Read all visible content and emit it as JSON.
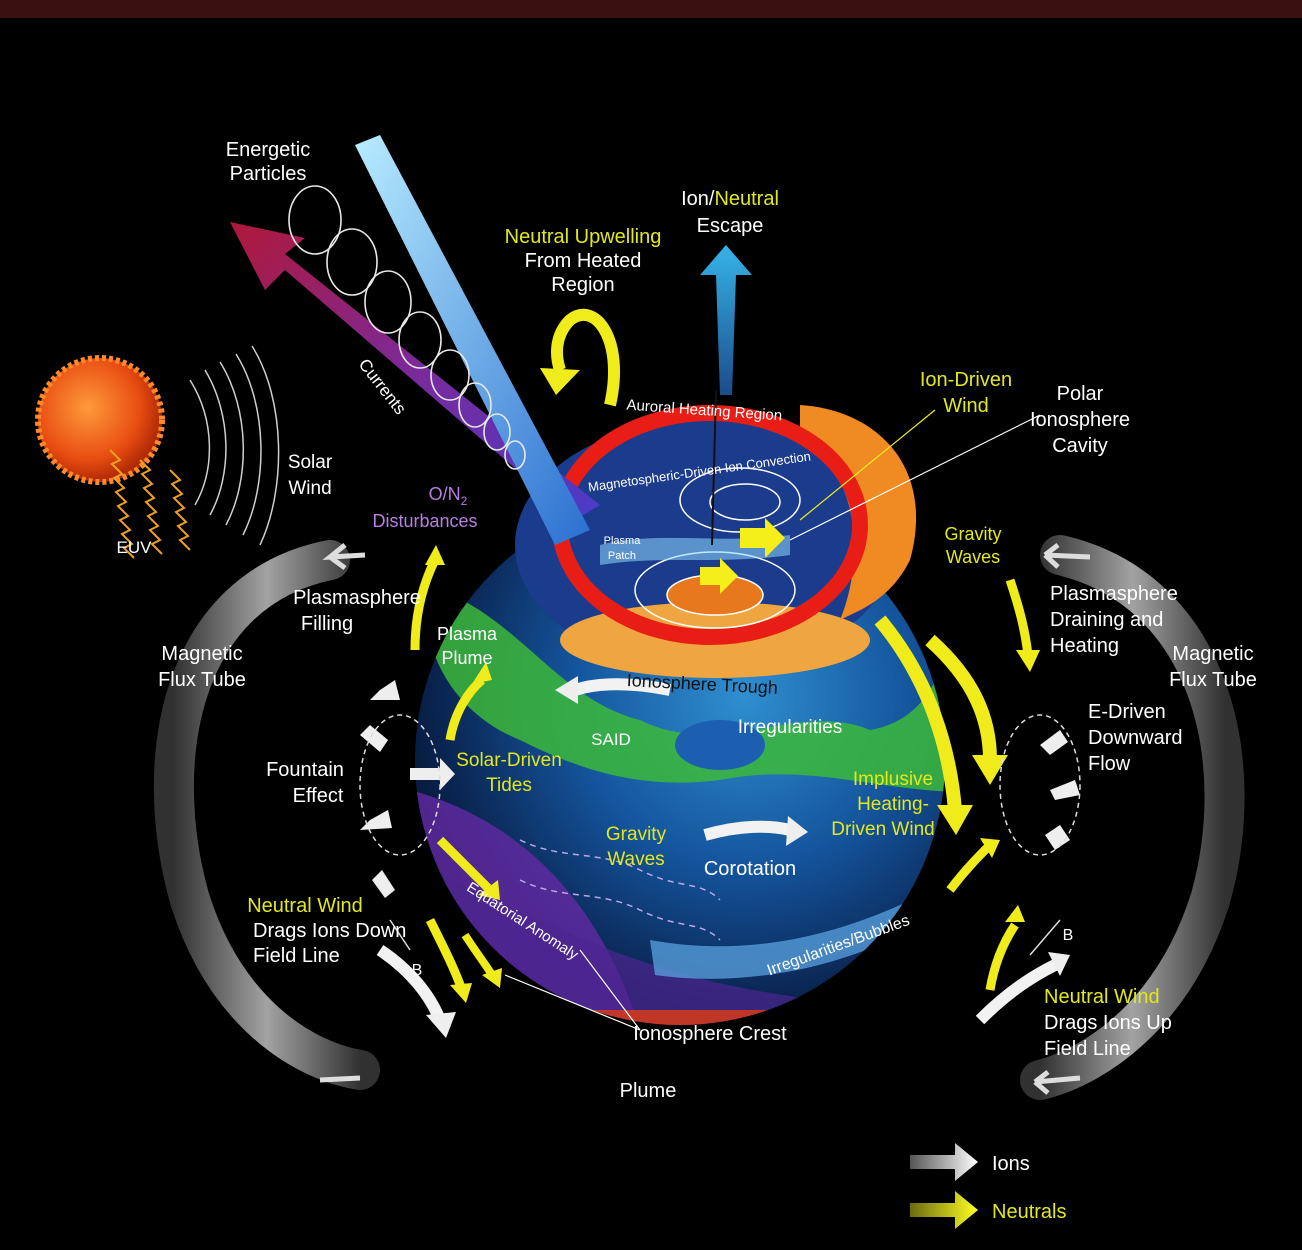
{
  "colors": {
    "background": "#000000",
    "ions_arrow": "#ffffff",
    "neutrals_arrow": "#ecec1e",
    "label_white": "#ffffff",
    "label_yellow": "#e3e81a",
    "label_purple": "#b77fe0",
    "sun": "#e8501a",
    "auroral_ring": "#e81e16"
  },
  "labels": {
    "energetic_particles": [
      "Energetic",
      "Particles"
    ],
    "currents": "Currents",
    "neutral_upwelling": "Neutral Upwelling",
    "from_heated_region": [
      "From Heated",
      "Region"
    ],
    "ion_escape": {
      "ion": "Ion/",
      "neutral": "Neutral",
      "escape": "Escape"
    },
    "ion_driven_wind": [
      "Ion-Driven",
      "Wind"
    ],
    "polar_cavity": [
      "Polar",
      "Ionosphere",
      "Cavity"
    ],
    "solar_wind": [
      "Solar",
      "Wind"
    ],
    "euv": "EUV",
    "on2_disturbances": {
      "line1": "O/N",
      "sub": "2",
      "line2": "Disturbances"
    },
    "auroral_heating_region": "Auroral Heating Region",
    "magnetospheric_convection": "Magnetospheric-Driven Ion Convection",
    "plasma_patch": [
      "Plasma",
      "Patch"
    ],
    "gravity_waves_top": [
      "Gravity",
      "Waves"
    ],
    "plasmasphere_filling": [
      "Plasmasphere",
      "Filling"
    ],
    "plasma_plume": [
      "Plasma",
      "Plume"
    ],
    "magnetic_flux_tube": [
      "Magnetic",
      "Flux Tube"
    ],
    "plasmasphere_draining": [
      "Plasmasphere",
      "Draining and",
      "Heating"
    ],
    "ionosphere_trough": "Ionosphere Trough",
    "said": "SAID",
    "irregularities": "Irregularities",
    "e_driven_downward": [
      "E-Driven",
      "Downward",
      "Flow"
    ],
    "fountain_effect": [
      "Fountain",
      "Effect"
    ],
    "solar_driven_tides": [
      "Solar-Driven",
      "Tides"
    ],
    "impulsive_heating": [
      "Implusive",
      "Heating-",
      "Driven Wind"
    ],
    "gravity_waves_mid": [
      "Gravity",
      "Waves"
    ],
    "corotation": "Corotation",
    "neutral_wind_down_title": "Neutral Wind",
    "neutral_wind_down_rest": [
      "Drags Ions Down",
      "Field Line"
    ],
    "equatorial_anomaly": "Equatorial Anomaly",
    "irregularities_bubbles": "Irregularities/Bubbles",
    "b_symbol": "B",
    "neutral_wind_up_title": "Neutral Wind",
    "neutral_wind_up_rest": [
      "Drags Ions Up",
      "Field Line"
    ],
    "ionosphere_crest": "Ionosphere Crest",
    "plume": "Plume"
  },
  "legend": {
    "ions": "Ions",
    "neutrals": "Neutrals"
  }
}
